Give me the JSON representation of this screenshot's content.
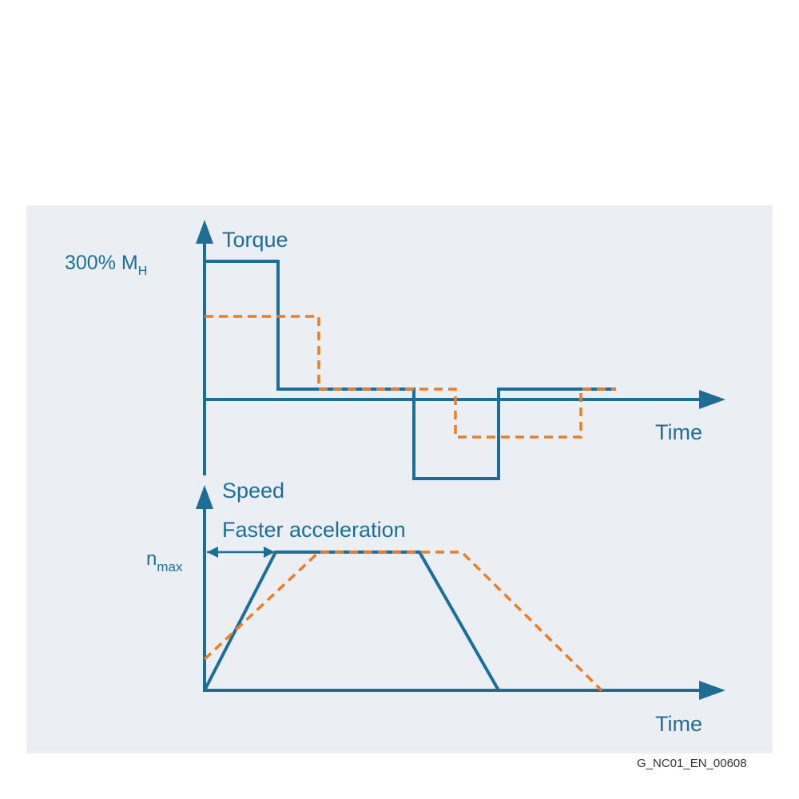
{
  "colors": {
    "panel_bg": "#ebeff3",
    "primary": "#1d6e96",
    "secondary": "#ee7d21",
    "code_text": "#333333"
  },
  "torque_plot": {
    "y_label": "Torque",
    "x_label": "Time",
    "y_value_label": "300% M",
    "y_value_subscript": "H"
  },
  "speed_plot": {
    "y_label": "Speed",
    "x_label": "Time",
    "annotation": "Faster acceleration",
    "y_value_label": "n",
    "y_value_subscript": "max"
  },
  "figure_code": "G_NC01_EN_00608"
}
